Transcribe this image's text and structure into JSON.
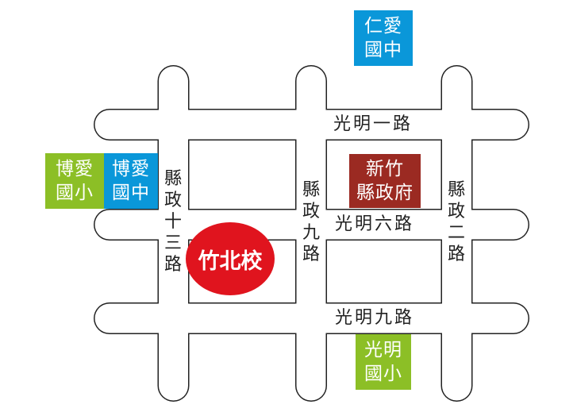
{
  "landmarks": {
    "renai_junior_high": {
      "line1": "仁愛",
      "line2": "國中",
      "color": "#0a97d9"
    },
    "boai_elementary": {
      "line1": "博愛",
      "line2": "國小",
      "color": "#8cbf26"
    },
    "boai_junior_high": {
      "line1": "博愛",
      "line2": "國中",
      "color": "#0a97d9"
    },
    "county_government": {
      "line1": "新竹",
      "line2": "縣政府",
      "color": "#9b2a22"
    },
    "guangming_elementary": {
      "line1": "光明",
      "line2": "國小",
      "color": "#8cbf26"
    },
    "zhubei_campus": {
      "label": "竹北校",
      "color": "#e0141e"
    }
  },
  "roads": {
    "guangming_1": "光明一路",
    "guangming_6": "光明六路",
    "guangming_9": "光明九路",
    "xianzheng_13": "縣政十三路",
    "xianzheng_9": "縣政九路",
    "xianzheng_2": "縣政二路"
  }
}
